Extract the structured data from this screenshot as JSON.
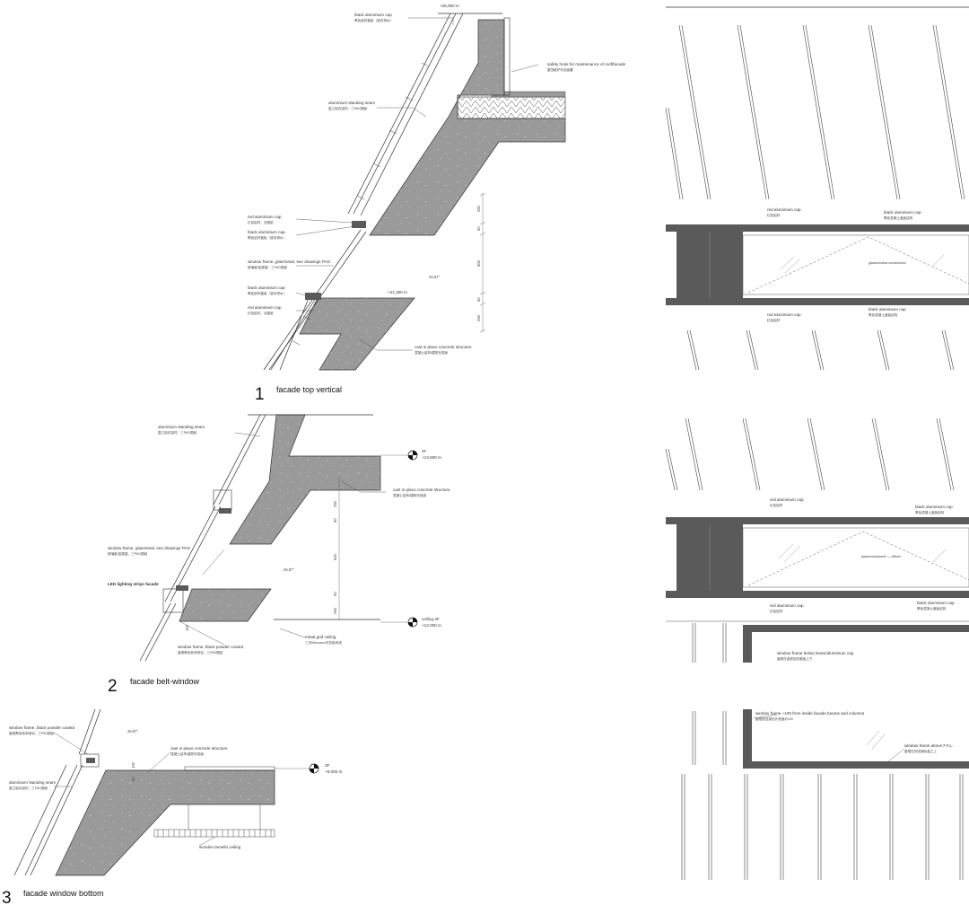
{
  "details": [
    {
      "number": "1",
      "title": "facade top vertical",
      "labels": {
        "level_top": "+25,900 m",
        "black_cap": "black aluminium cap",
        "black_cap_cn": "黑色铝材盖板（竖向排水）",
        "safety_hook": "safety hook for maintenance of roof/facade",
        "safety_hook_cn": "屋顶维护安全装置",
        "standing_seam": "aluminium standing seam",
        "standing_seam_cn": "直立锁边铝材，三PAG图纸",
        "red_cap": "red aluminium cap",
        "red_cap_cn": "红色铝材，见图纸",
        "black_cap2": "black aluminium cap",
        "black_cap2_cn": "黑色铝材盖板（竖向排水）",
        "window_frame": "window frame, glas/metal, see drawings PAG",
        "window_frame_cn": "玻璃窗/金属窗，三PAG图纸",
        "black_cap3": "black aluminium cap",
        "black_cap3_cn": "黑色铝材盖板（竖向排水）",
        "red_cap2": "red aluminium cap",
        "red_cap2_cn": "红色铝材，见图纸",
        "level_mid": "+21,300 m",
        "concrete": "cast in place concrete structure",
        "concrete_cn": "混凝土结构/建筑完成面",
        "angle": "26,87°",
        "dim_a": "250",
        "dim_b": "50",
        "dim_c": "600",
        "dim_d": "50",
        "dim_e": "250"
      }
    },
    {
      "number": "2",
      "title": "facade belt-window",
      "labels": {
        "standing_seam": "aluminium standing seam",
        "standing_seam_cn": "直立锁边铝材，三PAG图纸",
        "level_4f": "4F",
        "level_4f_val": "+13,500 m",
        "concrete": "cast in place concrete structure",
        "concrete_cn": "混凝土结构/建筑完成面",
        "window_frame": "window frame, glas/metal, see drawings PAG",
        "window_frame_cn": "玻璃窗/金属窗，三PAG图纸",
        "led": "LED lighting strips facade",
        "angle": "26,87°",
        "ceiling_3f": "ceiling 3F",
        "ceiling_3f_val": "+12,000 m",
        "metal_grid": "metal grid ceiling",
        "metal_grid_cn": "三次Mesoamo天花板系统",
        "window_black": "window frame, black powder coated",
        "window_black_cn": "窗框黑色粉末喷涂，三PAG图纸",
        "dim_a": "250",
        "dim_b": "50",
        "dim_c": "600",
        "dim_d": "50",
        "dim_e": "250",
        "dim_f": "100"
      }
    },
    {
      "number": "3",
      "title": "facade window bottom",
      "labels": {
        "window_black": "window frame, black powder coated",
        "window_black_cn": "窗框黑色粉末喷涂，三PAG图纸",
        "angle": "26,87°",
        "concrete": "cast in place concrete structure",
        "concrete_cn": "混凝土结构/建筑完成面",
        "standing_seam": "aluminium standing seam",
        "standing_seam_cn": "直立锁边铝材，三PAG图纸",
        "level_3f": "3F",
        "level_3f_val": "+9,000 m",
        "wooden": "wooden lamella ceiling",
        "dim_a": "100",
        "dim_b": "50"
      }
    }
  ],
  "elevations": [
    {
      "red_cap_top": "red aluminium cap",
      "red_cap_top_cn": "红色铝材",
      "black_cap_r": "black aluminium cap",
      "black_cap_r_cn": "黑色混凝土盖板结构",
      "glass_note": "glass/window construction",
      "black_cap_r2": "black aluminium cap",
      "black_cap_r2_cn": "黑色混凝土盖板结构",
      "red_cap_bot": "red aluminium cap",
      "red_cap_bot_cn": "红色铝材"
    },
    {
      "red_cap_top": "red aluminium cap",
      "red_cap_top_cn": "红色铝材",
      "black_cap_r": "black aluminium cap",
      "black_cap_r_cn": "黑色混凝土盖板结构",
      "glass_note": "glass/metal/panel — diffuse",
      "black_cap_r2": "black aluminium cap",
      "black_cap_r2_cn": "黑色混凝土盖板结构",
      "red_cap_bot": "red aluminium cap",
      "red_cap_bot_cn": "红色铝材",
      "window_below": "window frame below beam/aluminium cap",
      "window_below_cn": "窗框在梁底铝材盖板之下"
    },
    {
      "window_inside": "window frame ~100 from inside facade beams and columns",
      "window_inside_cn": "窗框退进梁柱外表面约100",
      "window_above": "window frame above F.F.L.",
      "window_above_cn": "窗框在完成面标高之上"
    }
  ],
  "colors": {
    "concrete": "#9a9a9a",
    "dark_cap": "#5a5a5a",
    "line": "#333333"
  }
}
